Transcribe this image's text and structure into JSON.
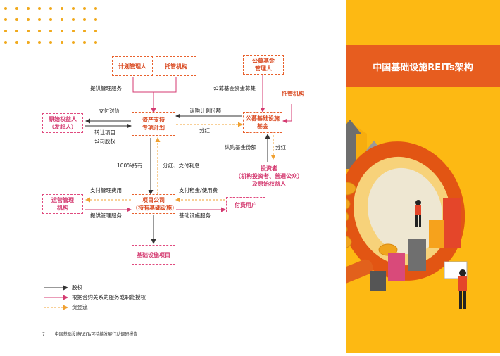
{
  "title": "中国基础设施REITs架构",
  "nodes": {
    "plan_manager": "计划管理人",
    "custodian_top": "托管机构",
    "public_fund_manager": "公募基金\n管理人",
    "custodian_right": "托管机构",
    "original_owner": "原始权益人\n（发起人）",
    "abs_plan": "资产支持\n专项计划",
    "public_reits_fund": "公募基础设施\n基金",
    "investors": "投资者\n（机构投资者、普通公众）\n及原始权益人",
    "ops_manager": "运营管理\n机构",
    "project_company": "项目公司\n（持有基础设施）",
    "paying_users": "付费用户",
    "infra_project": "基础设施项目"
  },
  "edge_labels": {
    "mgmt_service_top": "提供管理服务",
    "fund_raising": "公募基金资金募集",
    "pay_consideration": "支付对价",
    "transfer_equity": "转让项目\n公司股权",
    "subscribe_plan": "认购计划份额",
    "dividend_middle": "分红",
    "subscribe_fund": "认购基金份额",
    "dividend_right": "分红",
    "hold_100": "100%持有",
    "dividend_interest": "分红、支付利息",
    "pay_mgmt_fee": "支付管理费用",
    "pay_rent": "支付租金/使用费",
    "mgmt_service_bottom": "提供管理服务",
    "infra_service": "基础设施服务"
  },
  "legend": [
    {
      "label": "股权",
      "color": "#333333"
    },
    {
      "label": "根据合约关系的服务或职能授权",
      "color": "#d43a70"
    },
    {
      "label": "资金流",
      "color": "#f0a030"
    }
  ],
  "footer": {
    "page": "7",
    "text": "中国基础设施REITs可持续发展行动调研报告"
  },
  "colors": {
    "panel_yellow": "#fdb913",
    "title_band": "#e75d1f",
    "equity_arrow": "#333333",
    "service_arrow": "#d43a70",
    "cash_arrow": "#f0a030"
  }
}
